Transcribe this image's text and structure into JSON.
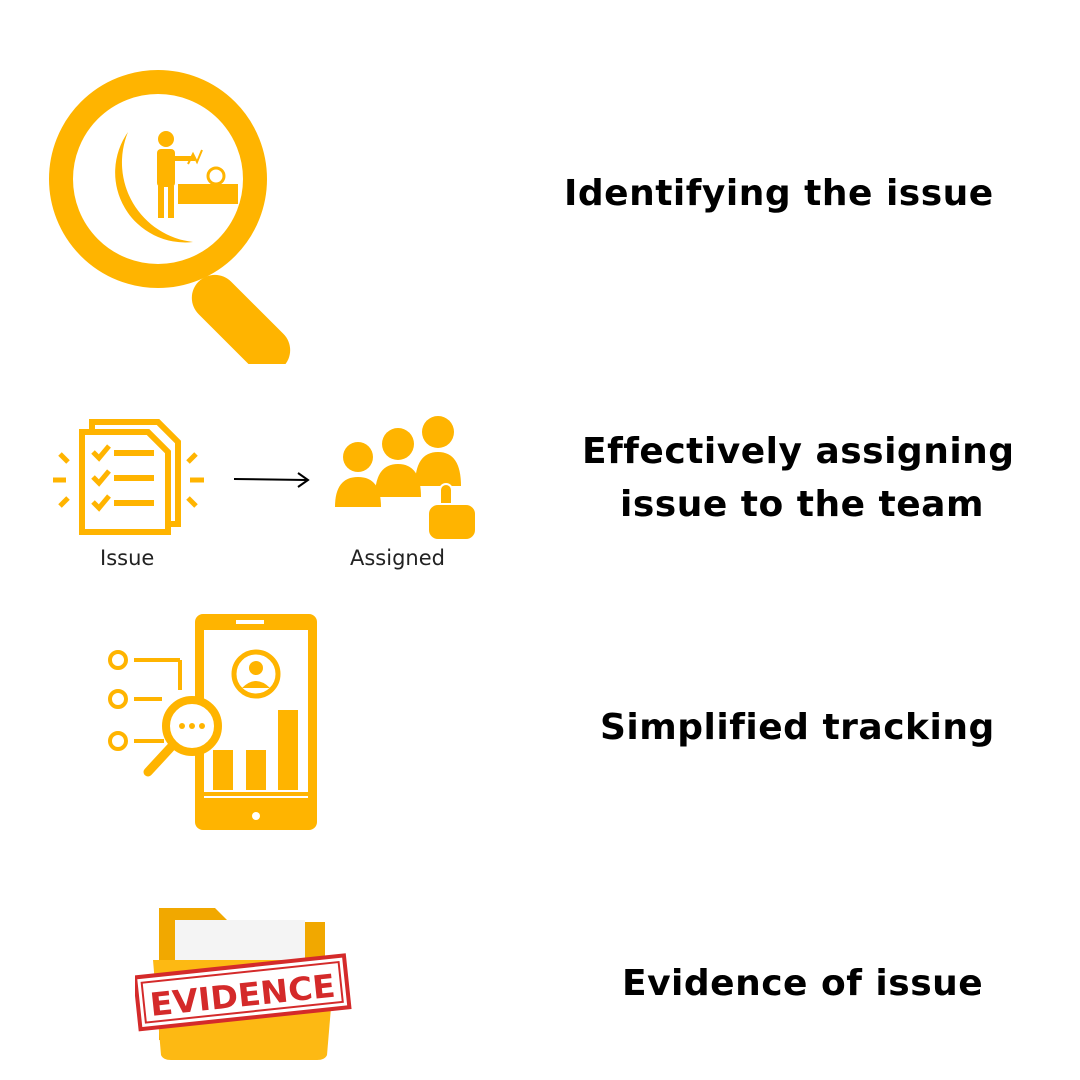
{
  "colors": {
    "accent": "#FFB400",
    "dark": "#D99200",
    "stamp": "#D42A2A"
  },
  "features": [
    {
      "title": "Identifying the issue",
      "icon": "magnifier-worker-icon"
    },
    {
      "title_line1": "Effectively assigning",
      "title_line2": "issue to the team",
      "icon": "assign-team-icon"
    },
    {
      "title": "Simplified tracking",
      "icon": "phone-tracking-icon"
    },
    {
      "title": "Evidence of issue",
      "icon": "evidence-folder-icon"
    }
  ],
  "assign": {
    "from_label": "Issue",
    "to_label": "Assigned"
  },
  "stamp_text": "EVIDENCE"
}
